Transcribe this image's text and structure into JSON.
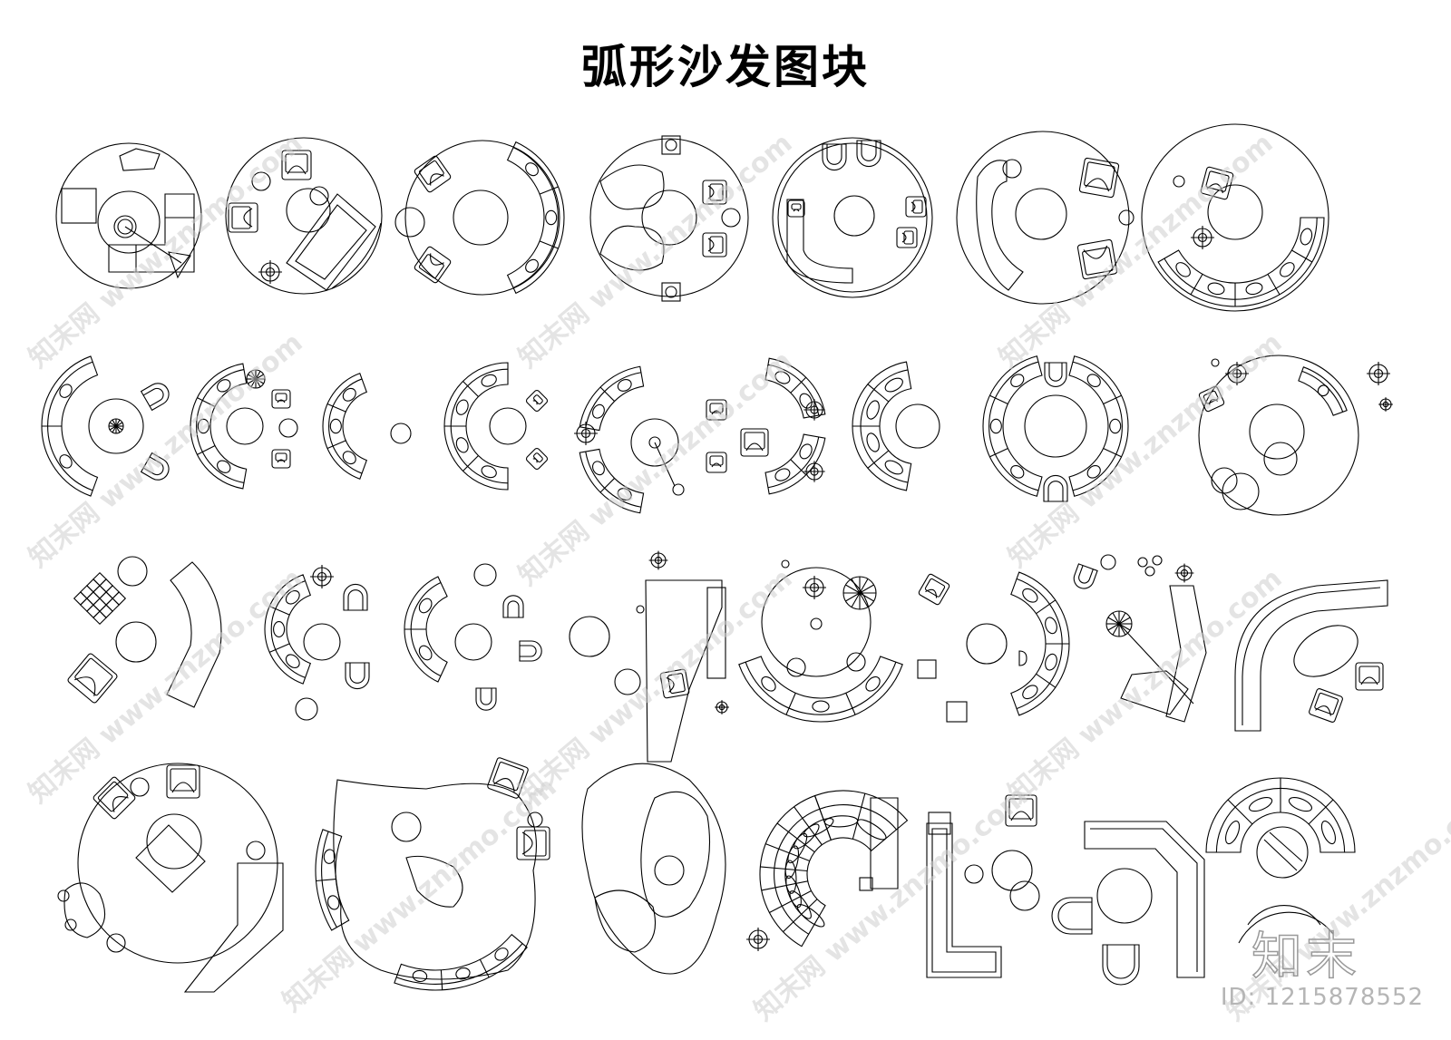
{
  "title": "弧形沙发图块",
  "watermark": {
    "text": "www.znzmo.com",
    "brand": "知末网"
  },
  "logo": "知末",
  "id_label": "ID: 1215878552",
  "line_color": "#000000",
  "blocks": [
    {
      "row": 1,
      "kind": "round-rug-sofa"
    },
    {
      "row": 1,
      "kind": "round-rug-armchairs"
    },
    {
      "row": 1,
      "kind": "round-rug-curved-sofa"
    },
    {
      "row": 1,
      "kind": "round-rug-twin-sofa"
    },
    {
      "row": 1,
      "kind": "round-rug-lounge"
    },
    {
      "row": 1,
      "kind": "round-rug-armchairs"
    },
    {
      "row": 1,
      "kind": "round-rug-curved-sofa"
    },
    {
      "row": 2,
      "kind": "arc-sofa"
    },
    {
      "row": 2,
      "kind": "arc-sofa"
    },
    {
      "row": 2,
      "kind": "arc-sofa"
    },
    {
      "row": 2,
      "kind": "semicircle-sofa"
    },
    {
      "row": 2,
      "kind": "split-arc-sofa"
    },
    {
      "row": 2,
      "kind": "split-arc-sofa"
    },
    {
      "row": 2,
      "kind": "semicircle-sofa"
    },
    {
      "row": 2,
      "kind": "double-arc-sofa"
    },
    {
      "row": 2,
      "kind": "round-rug-armchairs"
    },
    {
      "row": 3,
      "kind": "angled-sofa"
    },
    {
      "row": 3,
      "kind": "arc-sofa"
    },
    {
      "row": 3,
      "kind": "arc-sofa"
    },
    {
      "row": 3,
      "kind": "angled-sofa"
    },
    {
      "row": 3,
      "kind": "round-rug-sofa"
    },
    {
      "row": 3,
      "kind": "arc-sofa"
    },
    {
      "row": 3,
      "kind": "angled-sofa"
    },
    {
      "row": 3,
      "kind": "l-curve-sofa"
    },
    {
      "row": 4,
      "kind": "round-rug-sofa"
    },
    {
      "row": 4,
      "kind": "freeform-rug-sofa"
    },
    {
      "row": 4,
      "kind": "organic-sofa"
    },
    {
      "row": 4,
      "kind": "semicircle-sofa"
    },
    {
      "row": 4,
      "kind": "l-curve-sofa"
    },
    {
      "row": 4,
      "kind": "l-curve-sofa"
    },
    {
      "row": 4,
      "kind": "double-arc-sofa"
    }
  ]
}
